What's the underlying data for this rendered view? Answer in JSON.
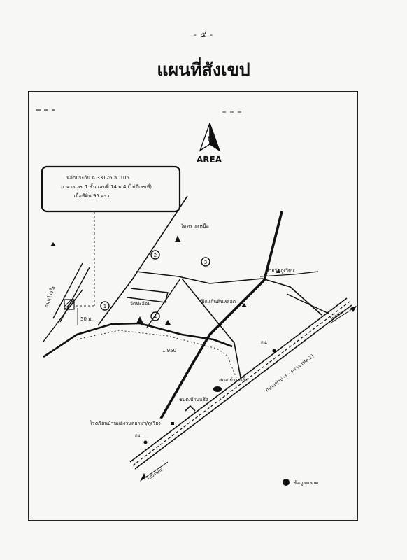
{
  "page_number": "- ๕ -",
  "title": "แผนที่สังเขป",
  "north_arrow": {
    "letter": "N",
    "label": "AREA"
  },
  "info_box": {
    "line1": "หลักประกัน ฉ.33126  ล. 105",
    "line2": "อาคารเลข 1  ชั้น   เลขที่ 14 ม.4 (ไม่มีเลขที่)",
    "line3": "เนื้อที่ดิน 95 ตรว."
  },
  "labels": {
    "wat_north": "วัดทรายเหนือ",
    "ban_wat_phu": "ป้ายวัดภูเวียน",
    "wat_pa": "วัดปะอ้อม",
    "pond": "ปึกแก้นดินหลอด",
    "distance_50": "50 ม.",
    "distance_1950": "1,950",
    "kno_top": "กม.",
    "kno_bottom": "กม.",
    "school_admin": "สภอ.บ้านแฮ้ง",
    "police": "ชบต.บ้านแฮ้ง",
    "school": "โรงเรียนบ้านแฮ้งวนสยามฯ/ภูเวียง",
    "road_main": "ถนนเข้าบ่าง – ตราว (ทล.1)",
    "to_north": "ไปตราด",
    "to_south": "ไปบ้านบ่อ",
    "side_road": "ถนนโรงใ้ง",
    "legend_label": "ข้อมูลตลาด",
    "marker_1": "1",
    "marker_2": "2",
    "marker_3": "3",
    "marker_4": "4"
  }
}
